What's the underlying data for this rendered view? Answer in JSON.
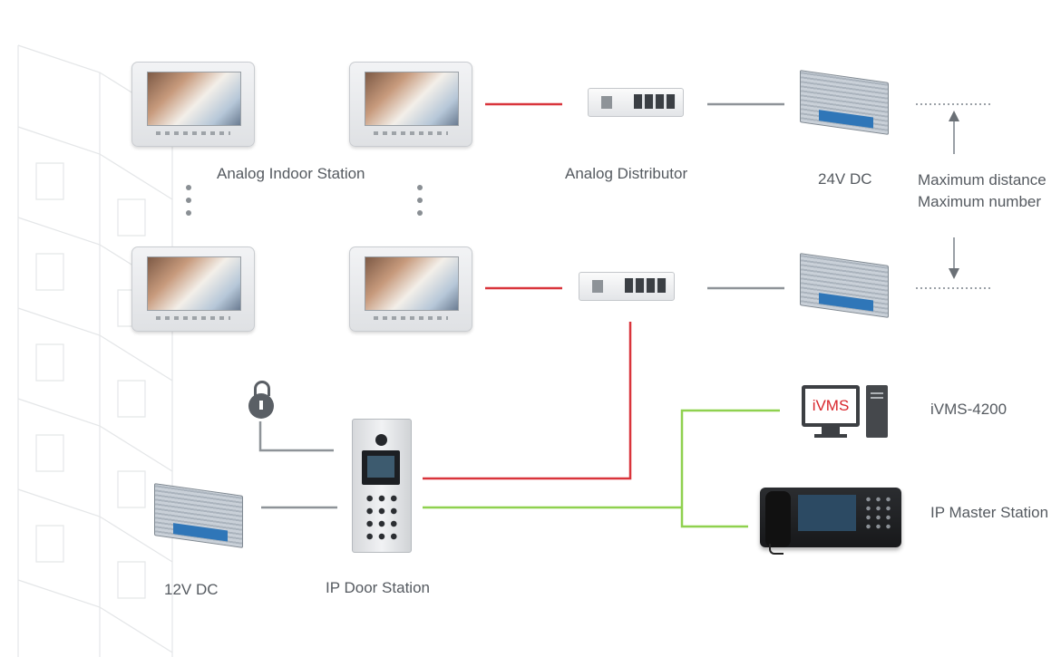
{
  "labels": {
    "analog_indoor_station": "Analog Indoor Station",
    "analog_distributor": "Analog Distributor",
    "psu_24v": "24V DC",
    "max_distance": "Maximum distance",
    "max_number": "Maximum number",
    "ivms": "iVMS-4200",
    "ip_master_station": "IP Master Station",
    "psu_12v": "12V DC",
    "ip_door_station": "IP Door Station",
    "ivms_screen": "iVMS"
  },
  "colors": {
    "analog_link": "#d9343b",
    "network_link": "#8fd14f",
    "power_link": "#8e9398",
    "label": "#555a60"
  },
  "icons": [
    "indoor-monitor-icon",
    "distributor-icon",
    "power-supply-icon",
    "lock-icon",
    "door-station-icon",
    "pc-icon",
    "master-station-icon"
  ]
}
